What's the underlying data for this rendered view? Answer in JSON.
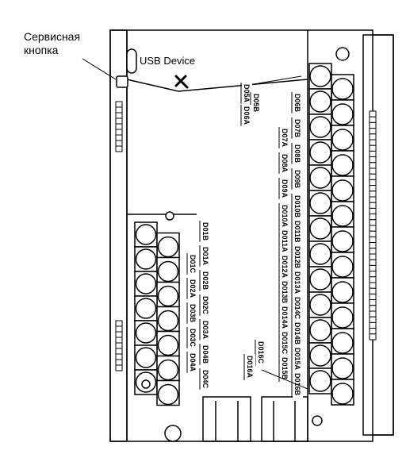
{
  "callout": {
    "line1": "Сервисная",
    "line2": "кнопка"
  },
  "usb_label": "USB Device",
  "tool_icon": "tool-cross-icon",
  "top_labels": [
    [
      "D05A"
    ],
    [
      "D05B",
      "D06A"
    ]
  ],
  "right_labels": [
    [
      "D06B"
    ],
    [
      "D07A",
      "D07B"
    ],
    [
      "D08A",
      "D08B"
    ],
    [
      "D09A",
      "D09B"
    ],
    [
      "D010A",
      "D010B"
    ],
    [
      "D011A",
      "D011B"
    ],
    [
      "D012A",
      "D012B"
    ],
    [
      "D013B",
      "D013A"
    ],
    [
      "D014A",
      "D014C"
    ],
    [
      "D015C",
      "D014B"
    ],
    [
      "D015B",
      "D015A"
    ],
    [
      "D016B"
    ]
  ],
  "left_labels": [
    [
      "D01B"
    ],
    [
      "D01C",
      "D01A"
    ],
    [
      "D02A",
      "D02B"
    ],
    [
      "D03B",
      "D02C"
    ],
    [
      "D03C",
      "D03A"
    ],
    [
      "D04A",
      "D04B"
    ],
    [
      "D04C"
    ]
  ],
  "bottom_labels": [
    [
      "D016C"
    ],
    [
      "D016A"
    ]
  ],
  "terminal_count_right": 13,
  "terminal_count_left": 7
}
